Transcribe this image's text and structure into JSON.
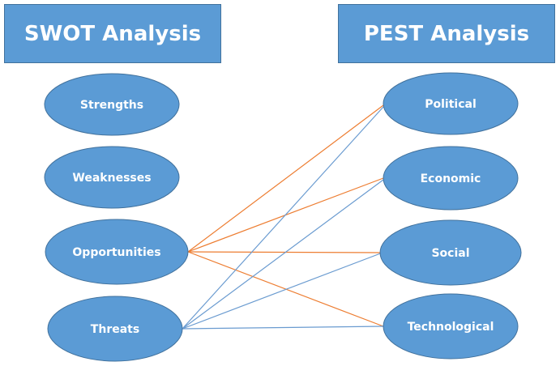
{
  "headers": {
    "left": "SWOT Analysis",
    "right": "PEST Analysis"
  },
  "colors": {
    "fill": "#5b9bd5",
    "stroke": "#41719c",
    "text": "#ffffff",
    "line_opportunities": "#ed7d31",
    "line_threats": "#5b9bd5"
  },
  "swot_nodes": [
    {
      "label": "Strengths"
    },
    {
      "label": "Weaknesses"
    },
    {
      "label": "Opportunities"
    },
    {
      "label": "Threats"
    }
  ],
  "pest_nodes": [
    {
      "label": "Political"
    },
    {
      "label": "Economic"
    },
    {
      "label": "Social"
    },
    {
      "label": "Technological"
    }
  ],
  "connections": [
    {
      "from": "Opportunities",
      "to": "Political",
      "color": "orange"
    },
    {
      "from": "Opportunities",
      "to": "Economic",
      "color": "orange"
    },
    {
      "from": "Opportunities",
      "to": "Social",
      "color": "orange"
    },
    {
      "from": "Opportunities",
      "to": "Technological",
      "color": "orange"
    },
    {
      "from": "Threats",
      "to": "Political",
      "color": "blue"
    },
    {
      "from": "Threats",
      "to": "Economic",
      "color": "blue"
    },
    {
      "from": "Threats",
      "to": "Social",
      "color": "blue"
    },
    {
      "from": "Threats",
      "to": "Technological",
      "color": "blue"
    }
  ]
}
